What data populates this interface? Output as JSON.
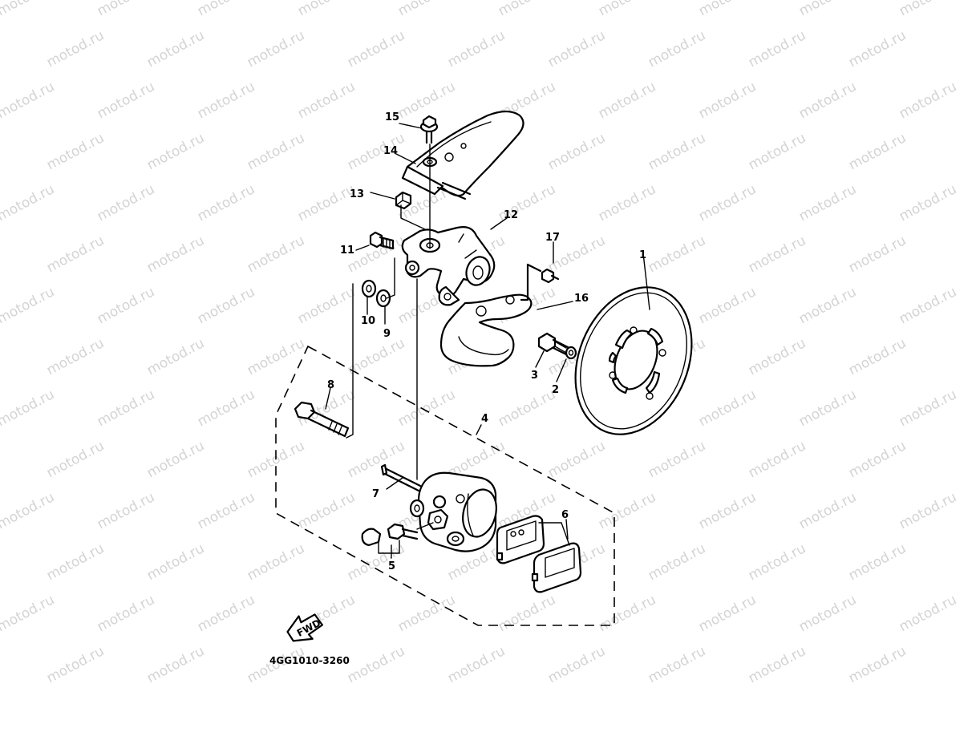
{
  "watermark": {
    "text": "motod.ru"
  },
  "diagram": {
    "callouts": {
      "c1": "1",
      "c2": "2",
      "c3": "3",
      "c4": "4",
      "c5": "5",
      "c6": "6",
      "c7": "7",
      "c8": "8",
      "c9": "9",
      "c10": "10",
      "c11": "11",
      "c12": "12",
      "c13": "13",
      "c14": "14",
      "c15": "15",
      "c16": "16",
      "c17": "17"
    },
    "front_arrow": "FWD",
    "figure_code": "4GG1010-3260"
  }
}
